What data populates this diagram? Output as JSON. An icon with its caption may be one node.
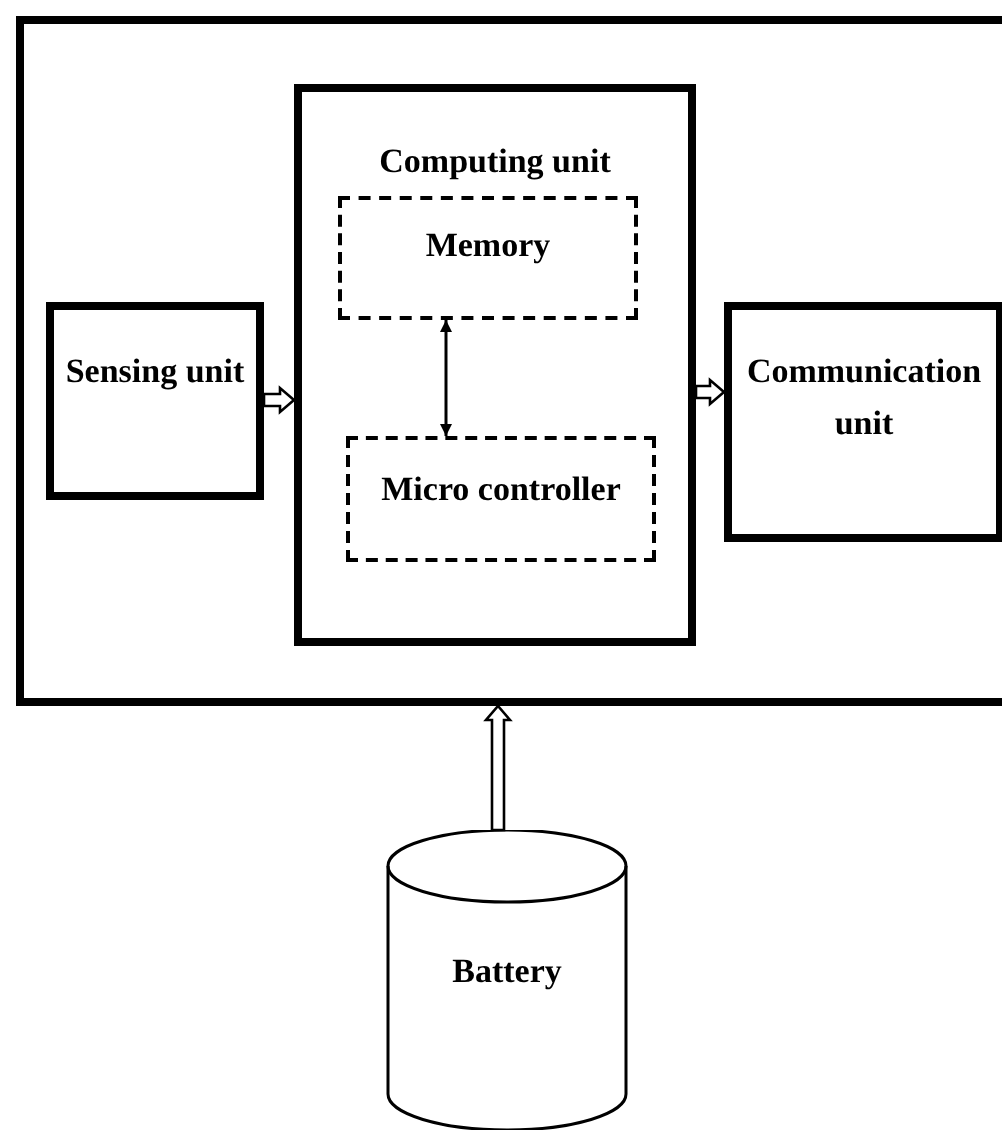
{
  "diagram": {
    "nodes": [
      {
        "text": [],
        "shape": "box"
      },
      {
        "text": [
          "Sensing unit"
        ],
        "in": 0
      },
      {
        "text": [
          "Computing unit"
        ],
        "in": 0
      },
      {
        "text": [
          "Memory"
        ],
        "in": 2
      },
      {
        "text": [
          "Micro controller"
        ],
        "in": 2
      },
      {
        "text": [
          "Communication unit"
        ],
        "in": 0
      },
      {
        "text": [
          "Battery"
        ]
      }
    ],
    "edges": [
      {
        "from": 1,
        "to": 2,
        "arrow": "to",
        "style": "thick"
      },
      {
        "from": 3,
        "to": 4,
        "arrow": "both"
      },
      {
        "from": 2,
        "to": 5,
        "arrow": "to",
        "style": "thick"
      },
      {
        "from": 6,
        "to": 0,
        "arrow": "to",
        "style": "thick"
      }
    ]
  }
}
